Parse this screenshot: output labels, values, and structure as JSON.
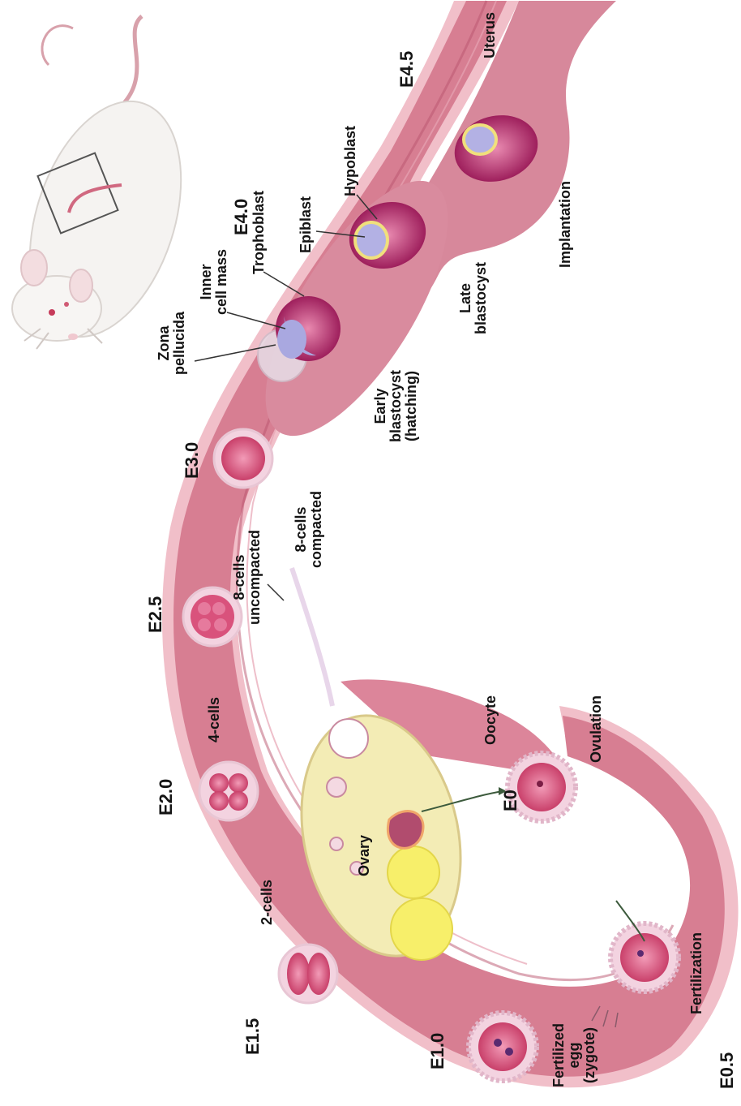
{
  "colors": {
    "tract": "#d77e92",
    "tract_edge": "#f1bfc9",
    "tract_dark": "#b9546e",
    "ovary": "#f3ecb5",
    "embryo": "#d9527c",
    "icm": "#a9a8e0",
    "mouse": "#f6f4f2"
  },
  "stage_labels": {
    "e0": "E0",
    "e05": "E0.5",
    "e10": "E1.0",
    "e15": "E1.5",
    "e20": "E2.0",
    "e25": "E2.5",
    "e30": "E3.0",
    "e40": "E4.0",
    "e45": "E4.5"
  },
  "labels": {
    "uterus": "Uterus",
    "implantation": "Implantation",
    "late_blastocyst": "Late\nblastocyst",
    "hypoblast": "Hypoblast",
    "epiblast": "Epiblast",
    "trophoblast": "Trophoblast",
    "inner_cell_mass": "Inner\ncell mass",
    "zona_pellucida": "Zona\npellucida",
    "early_blastocyst": "Early\nblastocyst\n(hatching)",
    "eight_cells_compacted": "8-cells\ncompacted",
    "eight_cells_uncompacted": "8-cells\nuncompacted",
    "four_cells": "4-cells",
    "two_cells": "2-cells",
    "oocyte": "Oocyte",
    "ovulation": "Ovulation",
    "ovary": "Ovary",
    "fertilization": "Fertilization",
    "fertilized_egg": "Fertilized\negg\n(zygote)"
  }
}
